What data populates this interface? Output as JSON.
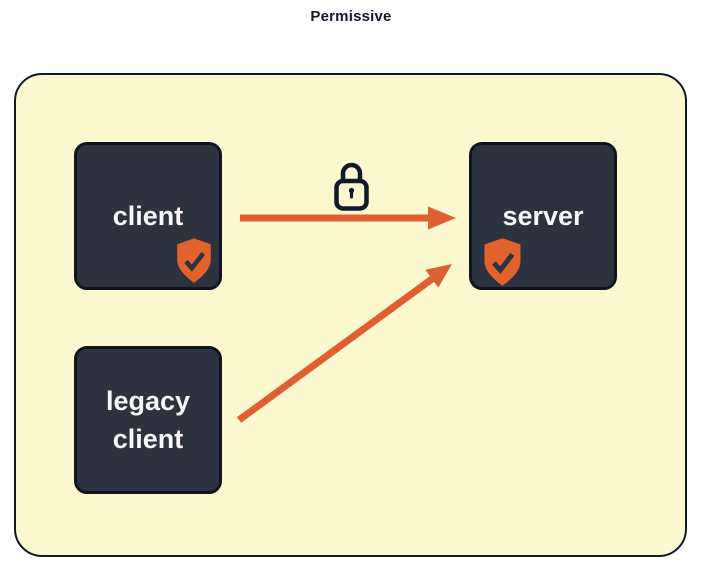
{
  "title": "Permissive",
  "diagram": {
    "zone": {
      "name": "permissive-zone",
      "fill": "#fbf8d0",
      "border": "#10192a"
    },
    "nodes": [
      {
        "id": "client",
        "label": "client",
        "verified_badge": true
      },
      {
        "id": "server",
        "label": "server",
        "verified_badge": true
      },
      {
        "id": "legacy-client",
        "label": "legacy client",
        "verified_badge": false
      }
    ],
    "edges": [
      {
        "from": "client",
        "to": "server",
        "encrypted": true,
        "icon": "lock-icon"
      },
      {
        "from": "legacy-client",
        "to": "server",
        "encrypted": false,
        "icon": null
      }
    ],
    "icons": {
      "lock": "lock-icon",
      "badge": "shield-check-icon"
    }
  },
  "colors": {
    "page_background": "#ffffff",
    "zone_fill": "#fbf8d0",
    "zone_border": "#10192a",
    "node_fill": "#2d333e",
    "node_border": "#0f141f",
    "node_text": "#f7f7f5",
    "arrow_orange": "#e05f31",
    "shield_orange": "#e2622d",
    "shield_check": "#2d333e",
    "lock_and_title": "#12192a"
  }
}
